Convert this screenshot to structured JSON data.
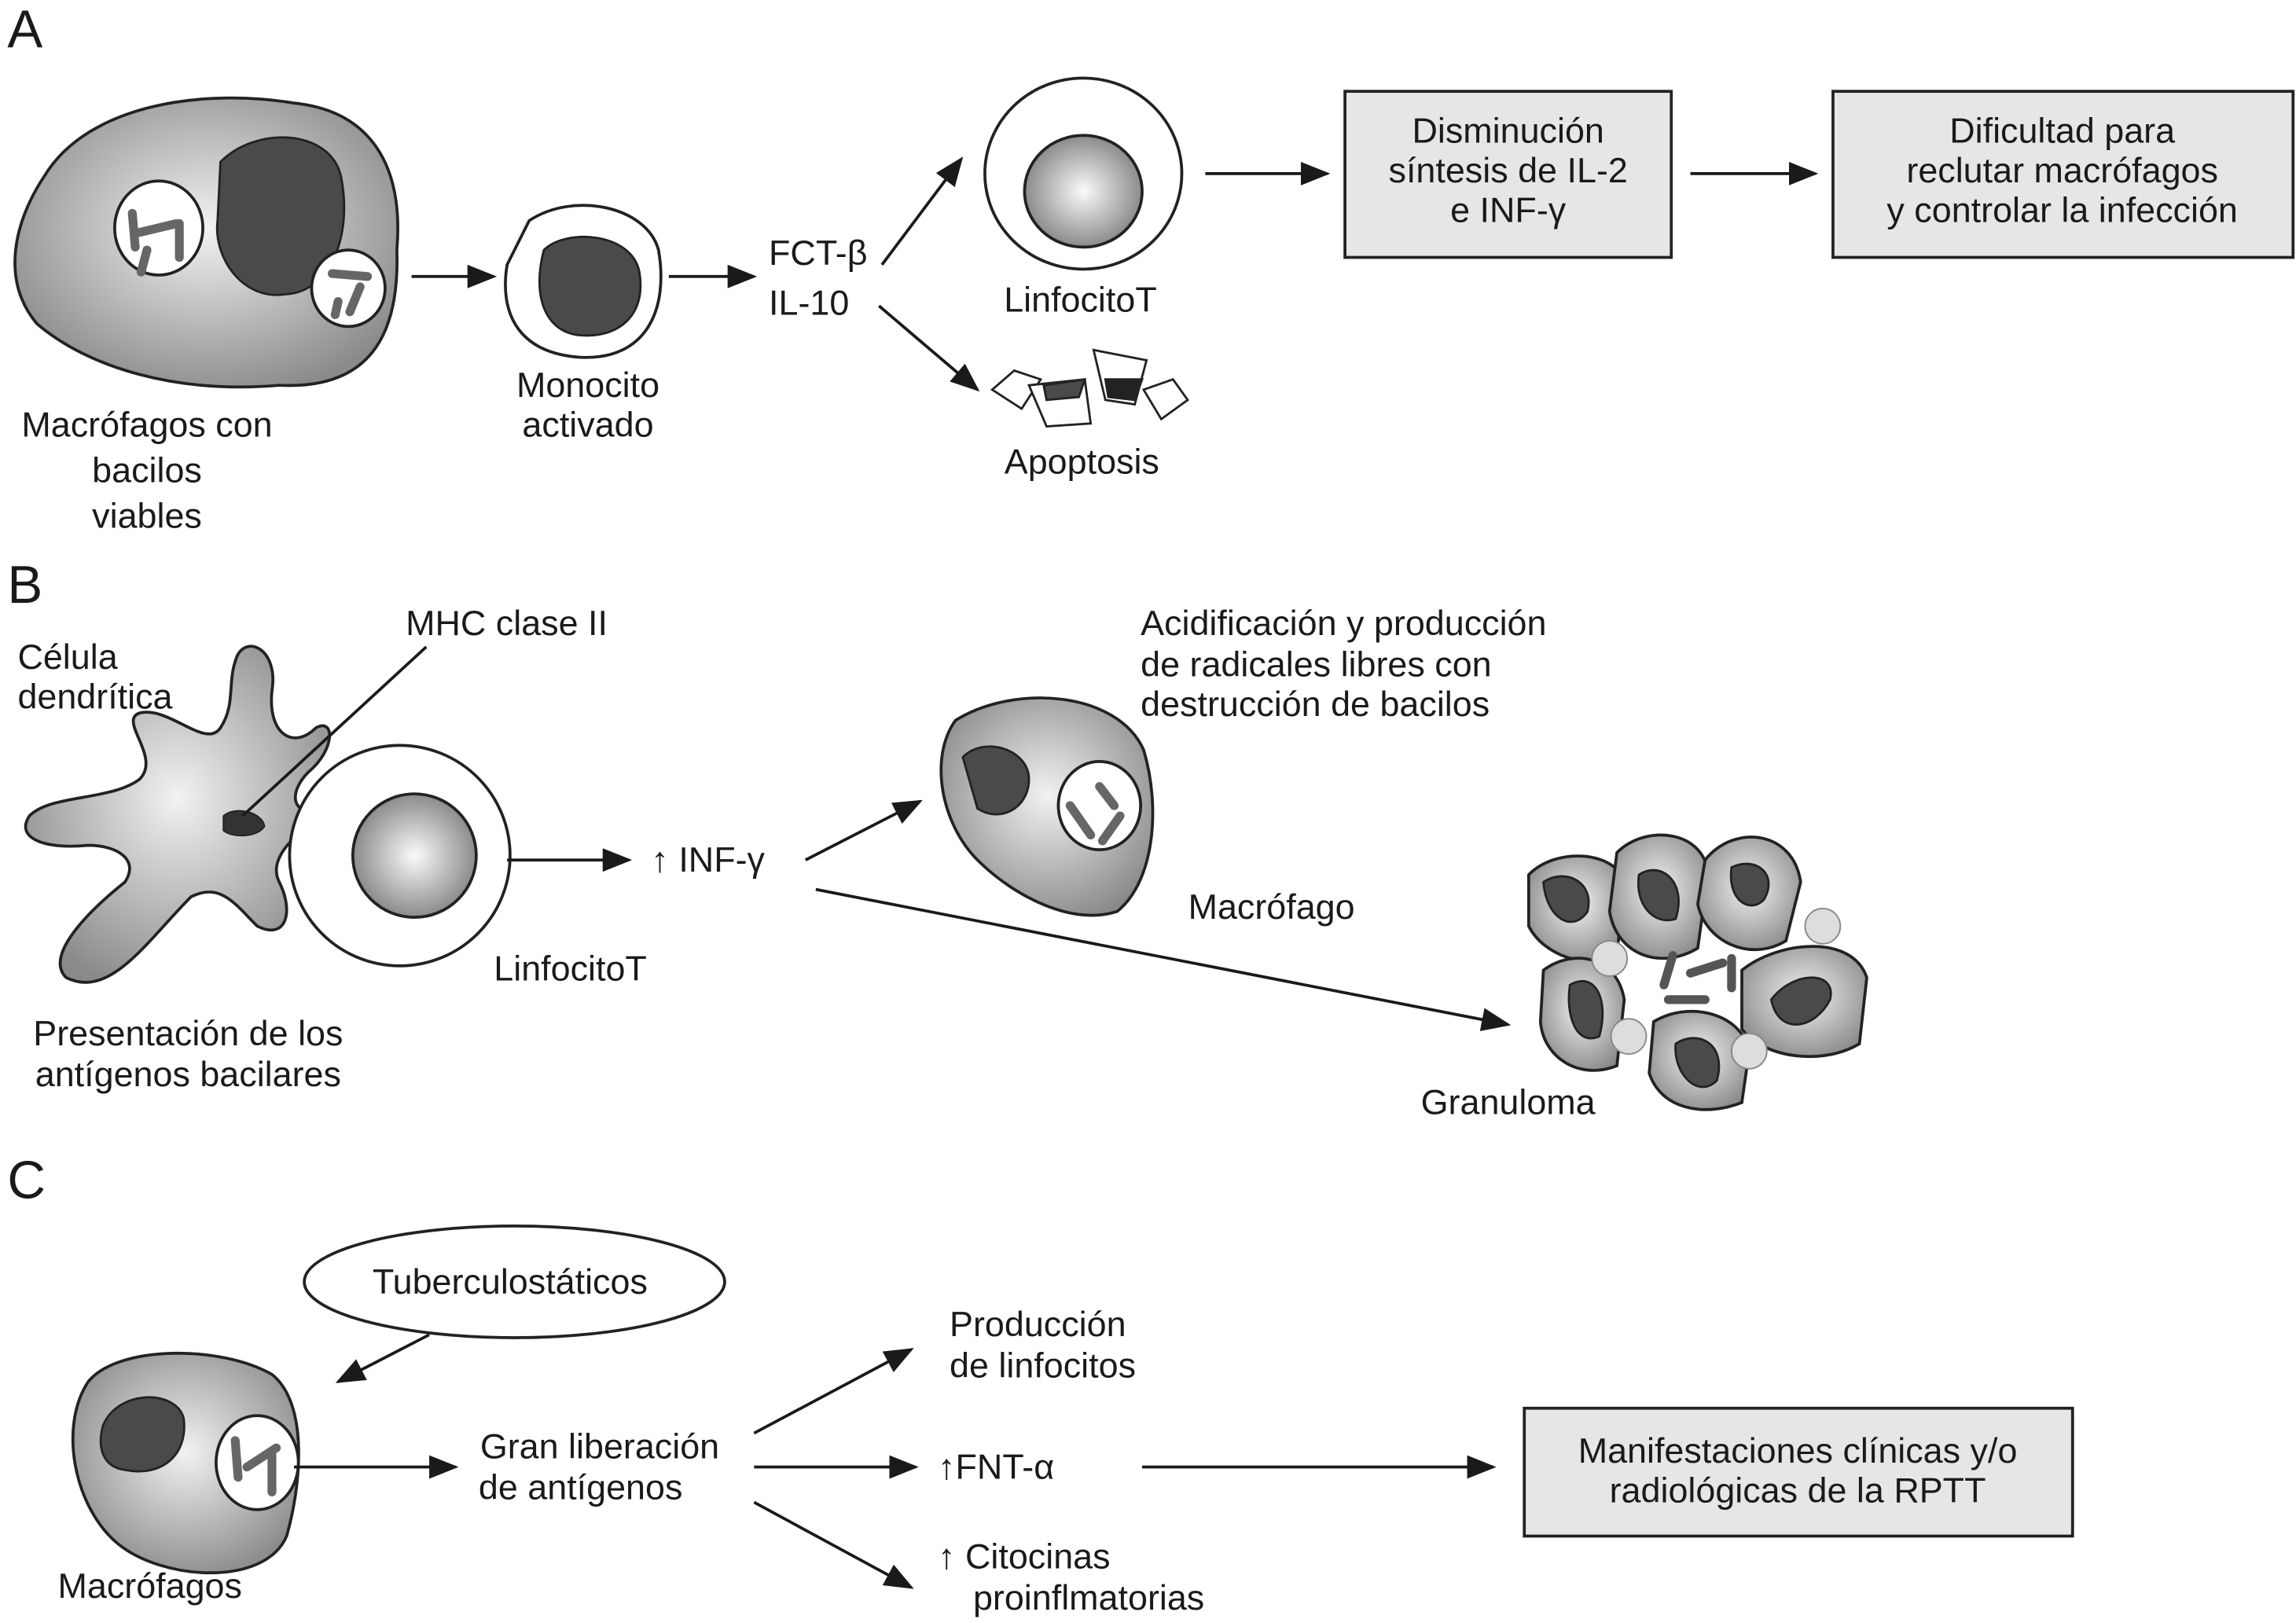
{
  "panels": {
    "A": {
      "label": "A",
      "macrophage": [
        "Macrófagos con",
        "bacilos",
        "viables"
      ],
      "monocyte": [
        "Monocito",
        "activado"
      ],
      "cytokines": [
        "FCT-β",
        "IL-10"
      ],
      "tcell": "LinfocitoT",
      "apoptosis": "Apoptosis",
      "box1": [
        "Disminución",
        "síntesis de IL-2",
        "e INF-γ"
      ],
      "box2": [
        "Dificultad para",
        "reclutar macrófagos",
        "y controlar la infección"
      ]
    },
    "B": {
      "label": "B",
      "dendritic": [
        "Célula",
        "dendrítica"
      ],
      "mhc": "MHC clase II",
      "tcell": "LinfocitoT",
      "presentation": [
        "Presentación de los",
        "antígenos bacilares"
      ],
      "inf": "↑ INF-γ",
      "acid": [
        "Acidificación y producción",
        "de radicales libres con",
        "destrucción de bacilos"
      ],
      "macrophage": "Macrófago",
      "granuloma": "Granuloma"
    },
    "C": {
      "label": "C",
      "drug": "Tuberculostáticos",
      "macrophage": "Macrófagos",
      "release": [
        "Gran liberación",
        "de antígenos"
      ],
      "lymph": [
        "Producción",
        "de linfocitos"
      ],
      "fnt": "↑FNT-α",
      "cyto": [
        "↑ Citocinas",
        "proinflmatorias"
      ],
      "box": [
        "Manifestaciones clínicas y/o",
        "radiológicas de la RPTT"
      ]
    }
  },
  "colors": {
    "box_fill": "#e6e6e6",
    "nucleus": "#4a4a4a"
  }
}
